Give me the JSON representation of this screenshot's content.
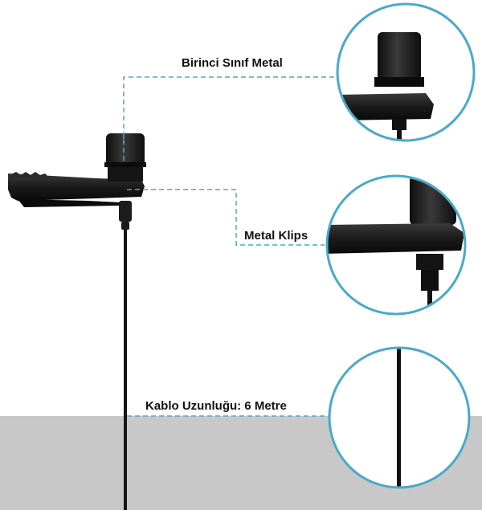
{
  "callouts": {
    "metal_body": "Birinci Sınıf Metal",
    "metal_clip": "Metal Klips",
    "cable_length": "Kablo Uzunluğu: 6 Metre"
  },
  "colors": {
    "accent": "#4aa9c9",
    "floor": "#c8c8c8",
    "background": "#ffffff",
    "product": "#1b1b1b"
  },
  "icons": {
    "product": "lavalier-microphone-with-clip"
  }
}
